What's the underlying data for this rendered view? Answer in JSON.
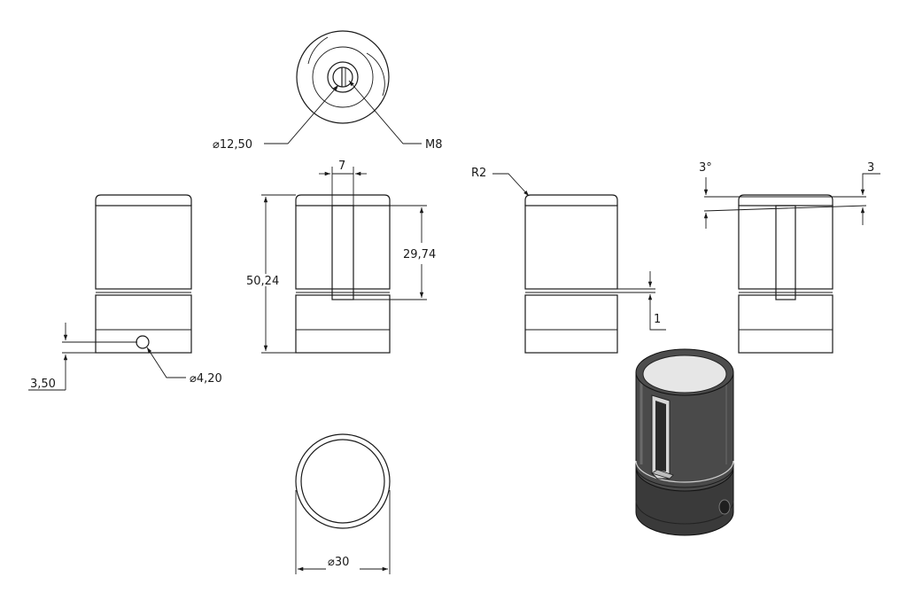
{
  "dimensions": {
    "hole_diameter": "⌀12,50",
    "thread": "M8",
    "slot_width": "7",
    "overall_height": "50,24",
    "slot_length": "29,74",
    "radius": "R2",
    "groove": "1",
    "angle": "3°",
    "chamfer": "3",
    "pin_offset": "3,50",
    "pin_diameter": "⌀4,20",
    "outer_diameter": "⌀30"
  }
}
